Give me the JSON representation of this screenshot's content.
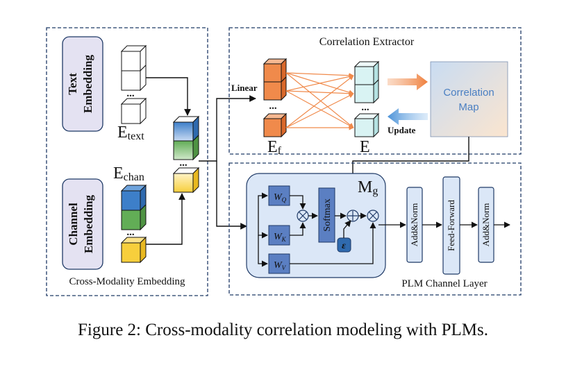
{
  "figure": {
    "caption": "Figure 2: Cross-modality correlation modeling with PLMs.",
    "panels": {
      "embedding": {
        "title": "Cross-Modality Embedding",
        "text_embedding_label_line1": "Text",
        "text_embedding_label_line2": "Embedding",
        "channel_embedding_label_line1": "Channel",
        "channel_embedding_label_line2": "Embedding",
        "e_text_main": "E",
        "e_text_sub": "text",
        "e_chan_main": "E",
        "e_chan_sub": "chan",
        "ellipsis": "..."
      },
      "extractor": {
        "title": "Correlation Extractor",
        "linear_label": "Linear",
        "ef_main": "E",
        "ef_sub": "f",
        "e_label": "E",
        "update_label": "Update",
        "map_line1": "Correlation",
        "map_line2": "Map",
        "ellipsis": "..."
      },
      "plm_layer": {
        "title": "PLM Channel Layer",
        "mg_main": "M",
        "mg_sub": "g",
        "wq_main": "W",
        "wq_sub": "Q",
        "wk_main": "W",
        "wk_sub": "K",
        "wv_main": "W",
        "wv_sub": "V",
        "softmax": "Softmax",
        "epsilon": "ε",
        "add_norm_1": "Add&Norm",
        "feed_forward": "Feed-Forward",
        "add_norm_2": "Add&Norm"
      }
    },
    "colors": {
      "dashed_border": "#1f3a66",
      "pill_fill": "#e4e2f2",
      "orange": "#f08a4b",
      "cyan": "#d9f3f3",
      "blue_cube": "#3d7fc9",
      "green_cube": "#62ad56",
      "yellow_cube": "#f7cf3c",
      "attention_bg": "#dbe7f7",
      "weight_box": "#5b7fc2",
      "map_text": "#4a7fc2"
    }
  }
}
